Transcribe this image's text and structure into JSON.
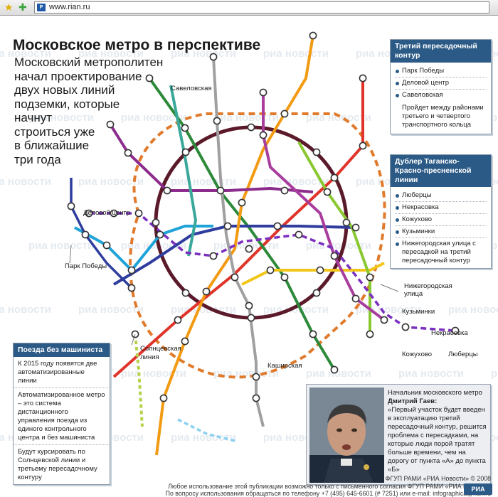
{
  "browser": {
    "address": "www.rian.ru",
    "favicon": "favicon-icon",
    "nav_icons": [
      "star-icon",
      "add-favorite-icon"
    ]
  },
  "title": "Московское метро в перспективе",
  "lead": [
    "Московский метрополитен",
    "начал проектирование",
    "двух новых линий",
    "подземки, которые",
    "начнут",
    "строиться уже",
    "в ближайшие",
    "три года"
  ],
  "box_third": {
    "title": "Третий пересадочный контур",
    "items": [
      "Парк Победы",
      "Деловой центр",
      "Савеловская"
    ],
    "note": "Пройдет между районами третьего и четвертого транспортного кольца"
  },
  "box_dubler": {
    "title": "Дублер Таганско-Красно-пресненской линии",
    "items": [
      "Люберцы",
      "Некрасовка",
      "Кожухово",
      "Кузьминки",
      "Нижегородская улица с пересадкой на третий пересадочный контур"
    ]
  },
  "box_auto": {
    "title": "Поезда без машиниста",
    "paras": [
      "К 2015 году появятся две автоматизированные линии",
      "Автоматизированное метро – это система дистанционного управления поезда из единого контрольного центра и без машиниста",
      "Будут курсировать по Солнцевской линии и третьему пересадочному контуру"
    ]
  },
  "quote": {
    "role": "Начальник московского метро",
    "name": "Дмитрий Гаев:",
    "text": "«Первый участок будет введен в эксплуатацию третий пересадочный контур, решится проблема с пересадками, на которые люди порой тратят больше времени, чем на дорогу от пункта «А» до пункта «Б»"
  },
  "map_labels": {
    "savelovskaya": "Савеловская",
    "delovoy": "Деловой центр",
    "park_pobedy": "Парк Победы",
    "solntsevskaya_1": "Солнцевская",
    "solntsevskaya_2": "линия",
    "kashirskaya": "Каширская",
    "nizhegorodskaya_1": "Нижегородская",
    "nizhegorodskaya_2": "улица",
    "kuzminki": "Кузьминки",
    "nekrasovka": "Некрасовка",
    "kozhukhovo": "Кожухово",
    "lyubertsy": "Люберцы"
  },
  "watermark": "риа новости",
  "footer": {
    "line1": "ФГУП РАМИ «РИА Новости» © 2008",
    "line2": "Любое использование этой публикации возможно только с письменного согласия  ФГУП РАМИ «РИА Новости»",
    "line3": "По вопросу использования обращаться по телефону +7 (495) 645-6601 (# 7251) или e-mail: infographica@rian.ru",
    "badge": "РИА"
  },
  "colors": {
    "ring": "#5b1a2a",
    "third_contour": "#e07a2c",
    "dubler": "#7b2fbf",
    "red": "#e0342a",
    "green": "#2c8a3a",
    "blue": "#2e3d9e",
    "lightblue": "#1fa3d8",
    "orange": "#f29a12",
    "purple": "#8c2c8c",
    "grey": "#a0a0a0",
    "yellow": "#f2c618",
    "lightgreen": "#8ac832",
    "salad": "#b4d24a",
    "teal": "#3aa89a",
    "magenta": "#a83d9e",
    "header_blue": "#2b5a86"
  }
}
